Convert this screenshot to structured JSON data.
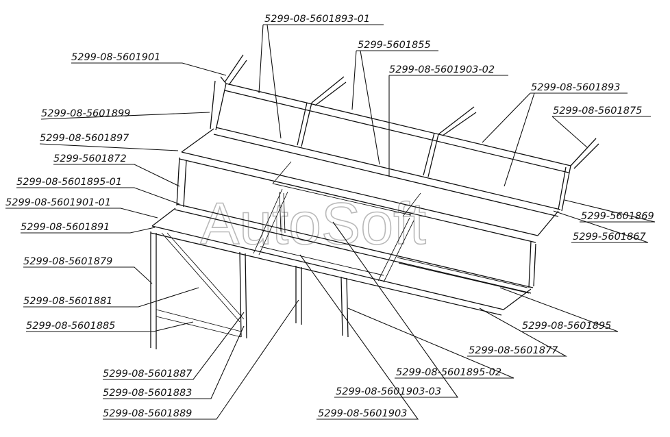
{
  "watermark": "AutoSoft",
  "labels": {
    "l01": "5299-08-5601893-01",
    "l02": "5299-5601855",
    "l03": "5299-08-5601901",
    "l04": "5299-08-5601903-02",
    "l05": "5299-08-5601893",
    "l06": "5299-08-5601899",
    "l07": "5299-08-5601875",
    "l08": "5299-08-5601897",
    "l09": "5299-5601872",
    "l10": "5299-08-5601895-01",
    "l11": "5299-08-5601901-01",
    "l12": "5299-5601869",
    "l13": "5299-08-5601891",
    "l14": "5299-5601867",
    "l15": "5299-08-5601879",
    "l16": "5299-08-5601881",
    "l17": "5299-08-5601885",
    "l18": "5299-08-5601895",
    "l19": "5299-08-5601877",
    "l20": "5299-08-5601895-02",
    "l21": "5299-08-5601887",
    "l22": "5299-08-5601903-03",
    "l23": "5299-08-5601883",
    "l24": "5299-08-5601889",
    "l25": "5299-08-5601903"
  }
}
